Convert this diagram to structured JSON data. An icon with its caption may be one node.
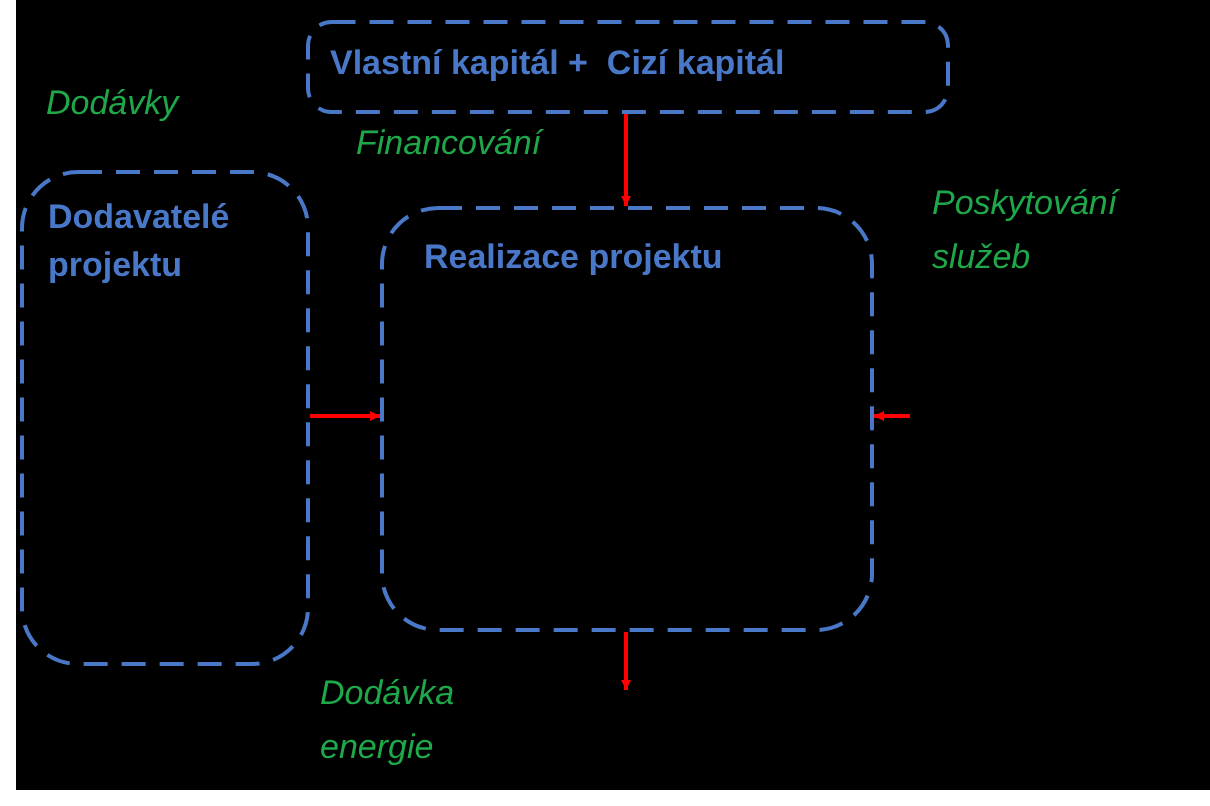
{
  "diagram": {
    "nodes": [
      {
        "text": [
          "Vlastní kapitál +  Cizí kapitál"
        ]
      },
      {
        "text": [
          "Dodavatelé projektu"
        ]
      },
      {
        "text": [
          "Realizace projektu"
        ]
      }
    ],
    "edges": [
      {
        "from": 0,
        "to": 2,
        "arrow": "to"
      },
      {
        "from": 1,
        "to": 2,
        "arrow": "to"
      },
      {
        "from": null,
        "to": 2,
        "arrow": "to"
      },
      {
        "from": 2,
        "to": null,
        "arrow": "to"
      }
    ],
    "labels": [
      "Dodávky",
      "Financování",
      "Poskytování služeb",
      "Dodávka energie"
    ]
  }
}
